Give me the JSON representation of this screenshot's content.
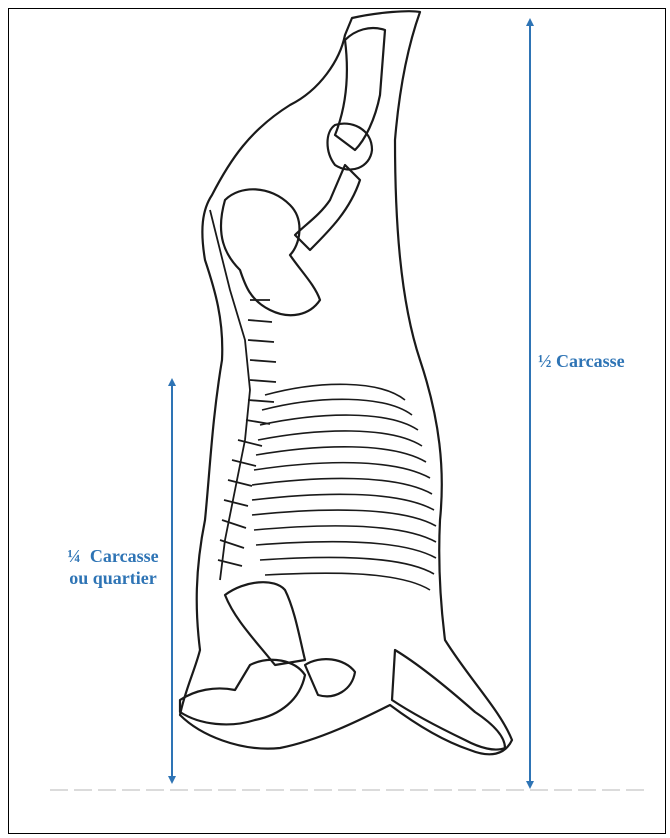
{
  "colors": {
    "arrow": "#2e74b5",
    "label": "#2e74b5",
    "outline": "#1a1a1a"
  },
  "labels": {
    "half_carcass": "½ Carcasse",
    "quarter_line1": "¼  Carcasse",
    "quarter_line2": "ou quartier"
  },
  "illustration": "half beef carcass with skeleton"
}
